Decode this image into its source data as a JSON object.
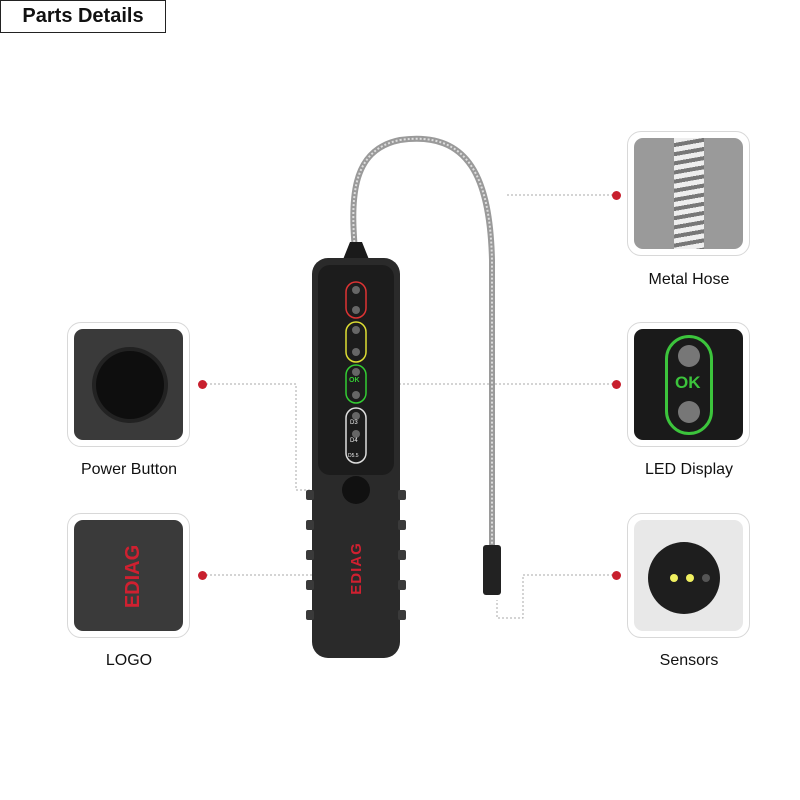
{
  "title": "Parts Details",
  "parts": {
    "metal_hose": "Metal Hose",
    "led_display": "LED Display",
    "sensors": "Sensors",
    "power_button": "Power Button",
    "logo": "LOGO"
  },
  "device": {
    "brand": "EDIAG",
    "led_labels": [
      "OK",
      "D3",
      "D4",
      "D5.5"
    ]
  },
  "colors": {
    "accent": "#c8202e",
    "ok": "#3cc43c",
    "warn": "#e0d020"
  }
}
